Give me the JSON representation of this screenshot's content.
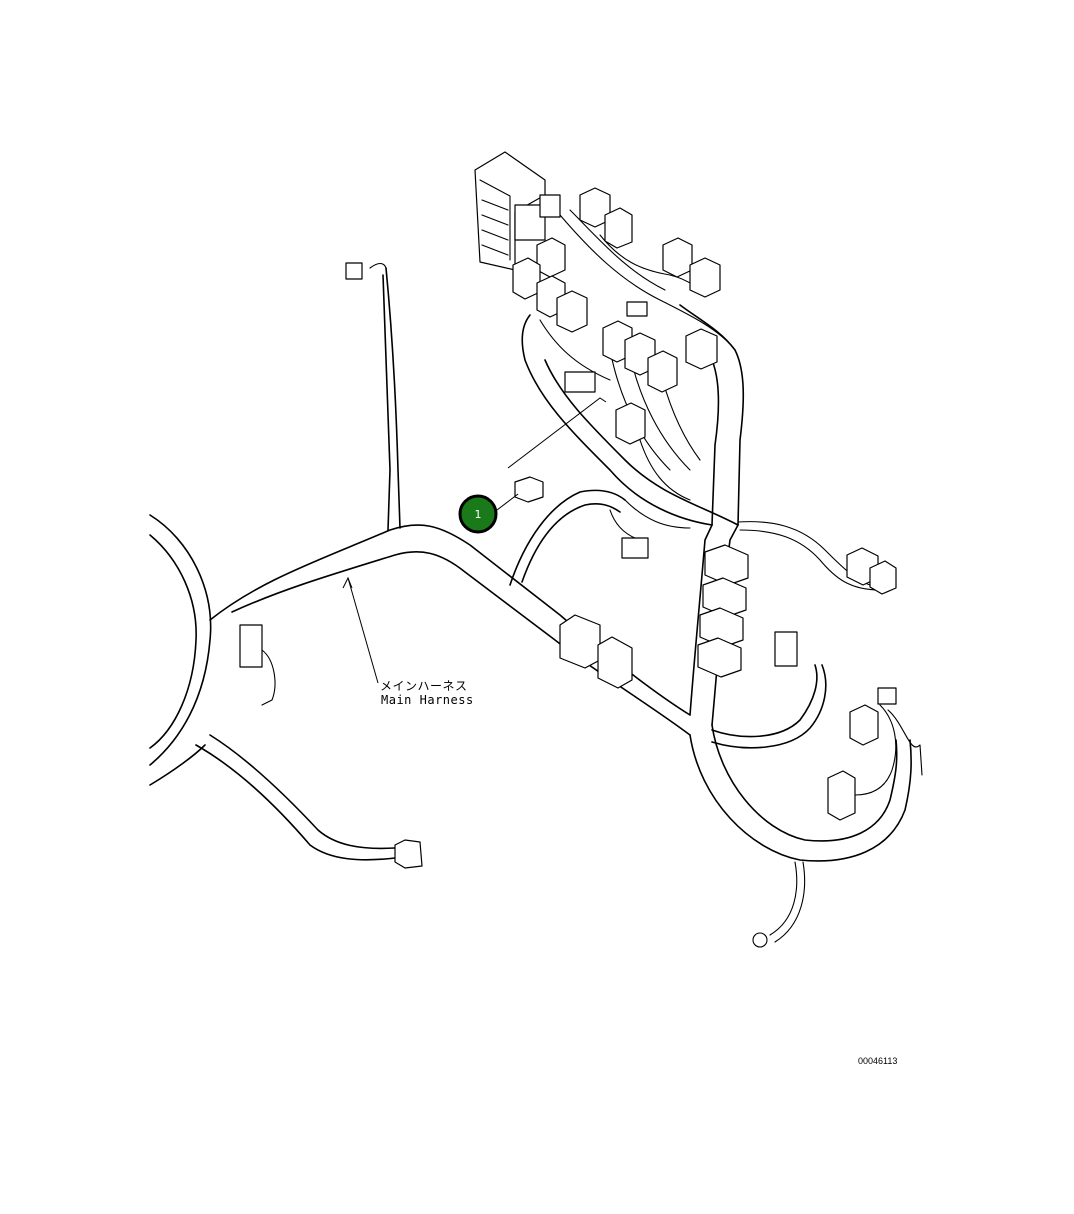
{
  "callouts": [
    {
      "number": "1"
    }
  ],
  "labels": {
    "harness_jp": "メインハーネス",
    "harness_en": "Main Harness"
  },
  "drawing_number": "00046113"
}
